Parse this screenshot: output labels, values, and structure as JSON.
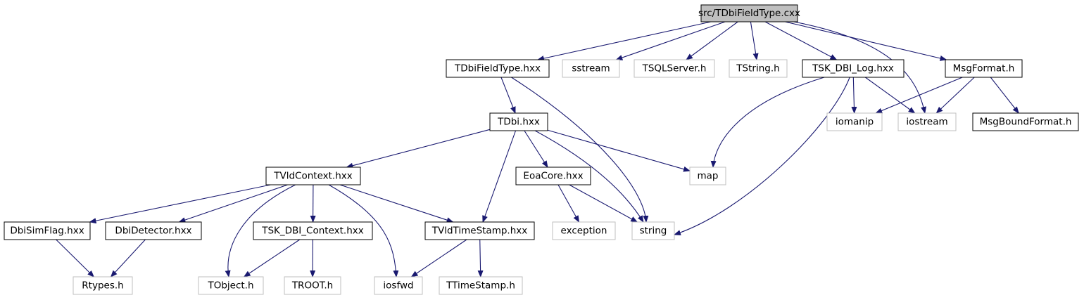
{
  "colors": {
    "edge": "#191970",
    "box_border": "#000000",
    "external_border": "#bfbfbf",
    "root_fill": "#bfbfbf",
    "text": "#000000"
  },
  "nodes": [
    {
      "id": "root",
      "label": "src/TDbiFieldType.cxx",
      "kind": "root"
    },
    {
      "id": "tdbifieldtype_hxx",
      "label": "TDbiFieldType.hxx",
      "kind": "internal"
    },
    {
      "id": "sstream",
      "label": "sstream",
      "kind": "external"
    },
    {
      "id": "tsqlserver_h",
      "label": "TSQLServer.h",
      "kind": "external"
    },
    {
      "id": "tstring_h",
      "label": "TString.h",
      "kind": "external"
    },
    {
      "id": "tsk_dbi_log_hxx",
      "label": "TSK_DBI_Log.hxx",
      "kind": "internal"
    },
    {
      "id": "msgformat_h",
      "label": "MsgFormat.h",
      "kind": "internal"
    },
    {
      "id": "tdbi_hxx",
      "label": "TDbi.hxx",
      "kind": "internal"
    },
    {
      "id": "iomanip",
      "label": "iomanip",
      "kind": "external"
    },
    {
      "id": "iostream",
      "label": "iostream",
      "kind": "external"
    },
    {
      "id": "msgboundformat_h",
      "label": "MsgBoundFormat.h",
      "kind": "internal"
    },
    {
      "id": "tvldcontext_hxx",
      "label": "TVldContext.hxx",
      "kind": "internal"
    },
    {
      "id": "eoacore_hxx",
      "label": "EoaCore.hxx",
      "kind": "internal"
    },
    {
      "id": "map",
      "label": "map",
      "kind": "external"
    },
    {
      "id": "dbisimflag_hxx",
      "label": "DbiSimFlag.hxx",
      "kind": "internal"
    },
    {
      "id": "dbidetector_hxx",
      "label": "DbiDetector.hxx",
      "kind": "internal"
    },
    {
      "id": "tsk_dbi_context_hxx",
      "label": "TSK_DBI_Context.hxx",
      "kind": "internal"
    },
    {
      "id": "tvldtimestamp_hxx",
      "label": "TVldTimeStamp.hxx",
      "kind": "internal"
    },
    {
      "id": "exception",
      "label": "exception",
      "kind": "external"
    },
    {
      "id": "string",
      "label": "string",
      "kind": "external"
    },
    {
      "id": "rtypes_h",
      "label": "Rtypes.h",
      "kind": "external"
    },
    {
      "id": "tobject_h",
      "label": "TObject.h",
      "kind": "external"
    },
    {
      "id": "troot_h",
      "label": "TROOT.h",
      "kind": "external"
    },
    {
      "id": "iosfwd",
      "label": "iosfwd",
      "kind": "external"
    },
    {
      "id": "ttimestamp_h",
      "label": "TTimeStamp.h",
      "kind": "external"
    }
  ],
  "edges": [
    {
      "from": "root",
      "to": "tdbifieldtype_hxx"
    },
    {
      "from": "root",
      "to": "sstream"
    },
    {
      "from": "root",
      "to": "tsqlserver_h"
    },
    {
      "from": "root",
      "to": "tstring_h"
    },
    {
      "from": "root",
      "to": "tsk_dbi_log_hxx"
    },
    {
      "from": "root",
      "to": "msgformat_h"
    },
    {
      "from": "root",
      "to": "iostream"
    },
    {
      "from": "tdbifieldtype_hxx",
      "to": "tdbi_hxx"
    },
    {
      "from": "tdbifieldtype_hxx",
      "to": "string"
    },
    {
      "from": "tsk_dbi_log_hxx",
      "to": "map"
    },
    {
      "from": "tsk_dbi_log_hxx",
      "to": "iomanip"
    },
    {
      "from": "tsk_dbi_log_hxx",
      "to": "iostream"
    },
    {
      "from": "tsk_dbi_log_hxx",
      "to": "string"
    },
    {
      "from": "msgformat_h",
      "to": "iomanip"
    },
    {
      "from": "msgformat_h",
      "to": "iostream"
    },
    {
      "from": "msgformat_h",
      "to": "msgboundformat_h"
    },
    {
      "from": "tdbi_hxx",
      "to": "tvldcontext_hxx"
    },
    {
      "from": "tdbi_hxx",
      "to": "eoacore_hxx"
    },
    {
      "from": "tdbi_hxx",
      "to": "map"
    },
    {
      "from": "tdbi_hxx",
      "to": "string"
    },
    {
      "from": "tdbi_hxx",
      "to": "tvldtimestamp_hxx"
    },
    {
      "from": "tvldcontext_hxx",
      "to": "dbisimflag_hxx"
    },
    {
      "from": "tvldcontext_hxx",
      "to": "dbidetector_hxx"
    },
    {
      "from": "tvldcontext_hxx",
      "to": "tsk_dbi_context_hxx"
    },
    {
      "from": "tvldcontext_hxx",
      "to": "tvldtimestamp_hxx"
    },
    {
      "from": "tvldcontext_hxx",
      "to": "tobject_h"
    },
    {
      "from": "tvldcontext_hxx",
      "to": "iosfwd"
    },
    {
      "from": "eoacore_hxx",
      "to": "exception"
    },
    {
      "from": "eoacore_hxx",
      "to": "string"
    },
    {
      "from": "dbisimflag_hxx",
      "to": "rtypes_h"
    },
    {
      "from": "dbidetector_hxx",
      "to": "rtypes_h"
    },
    {
      "from": "tsk_dbi_context_hxx",
      "to": "tobject_h"
    },
    {
      "from": "tsk_dbi_context_hxx",
      "to": "troot_h"
    },
    {
      "from": "tvldtimestamp_hxx",
      "to": "iosfwd"
    },
    {
      "from": "tvldtimestamp_hxx",
      "to": "ttimestamp_h"
    }
  ]
}
